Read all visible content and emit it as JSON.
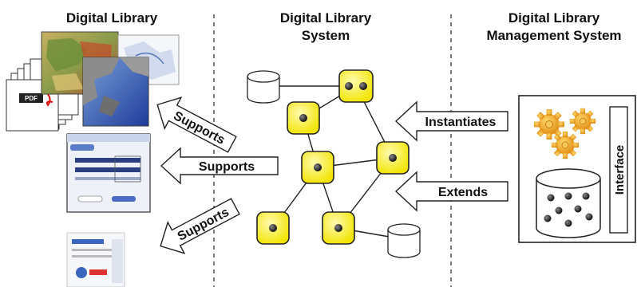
{
  "sections": {
    "left_title": "Digital Library",
    "middle_title_line1": "Digital Library",
    "middle_title_line2": "System",
    "right_title_line1": "Digital Library",
    "right_title_line2": "Management System"
  },
  "arrows": {
    "supports_top": "Supports",
    "supports_middle": "Supports",
    "supports_bottom": "Supports",
    "instantiates": "Instantiates",
    "extends": "Extends"
  },
  "dlms_box": {
    "interface_label": "Interface"
  },
  "documents": {
    "pdf_badge": "PDF"
  },
  "colors": {
    "node_fill": "#f4ec1c",
    "node_stroke": "#222222",
    "gear": "#f0a020",
    "divider": "#333333"
  },
  "icons": [
    "database-icon",
    "gear-icon",
    "pdf-icon",
    "map-image-icon",
    "web-form-icon",
    "web-page-icon"
  ]
}
